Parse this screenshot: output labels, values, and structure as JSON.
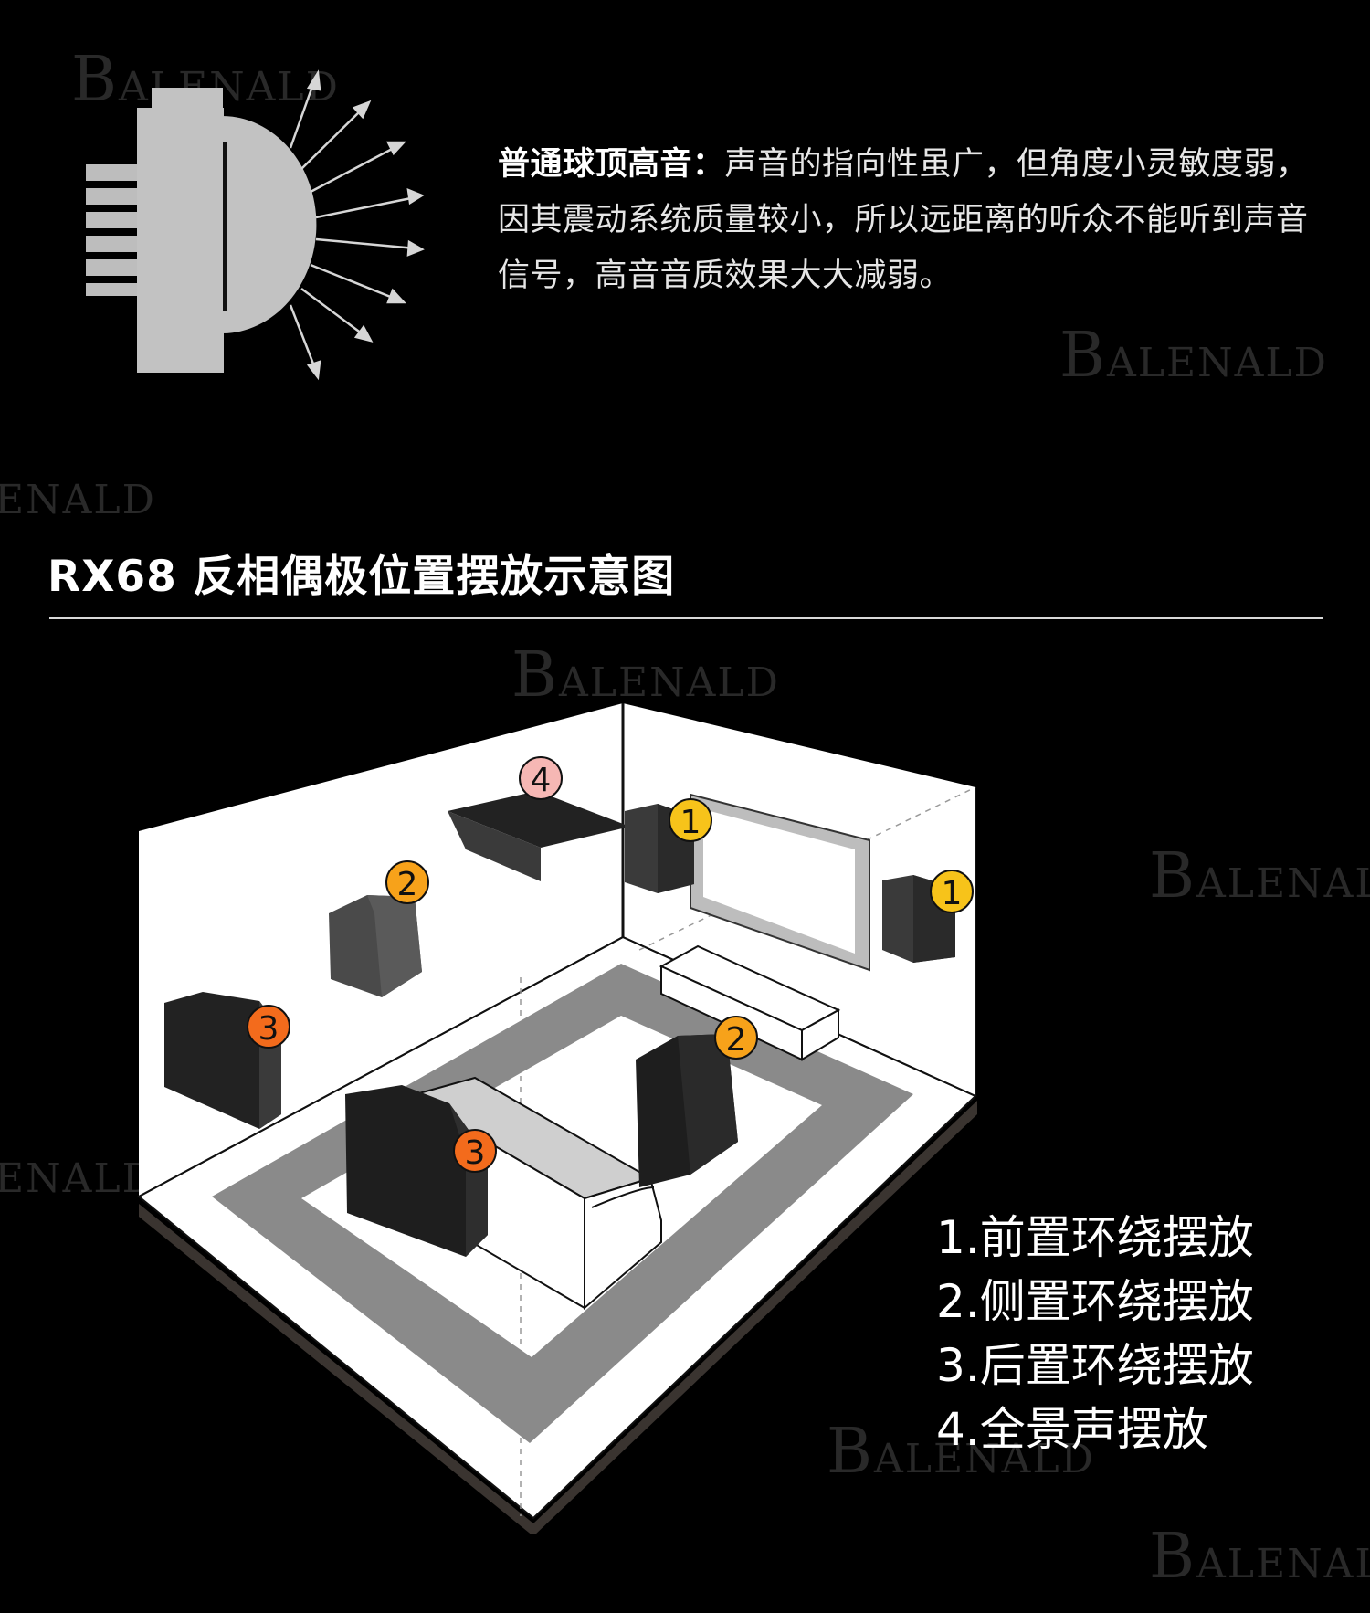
{
  "intro": {
    "lead": "普通球顶高音：",
    "body": "声音的指向性虽广，但角度小灵敏度弱，因其震动系统质量较小，所以远距离的听众不能听到声音信号，高音音质效果大大减弱。"
  },
  "section_title": "RX68 反相偶极位置摆放示意图",
  "legend": [
    "1.前置环绕摆放",
    "2.侧置环绕摆放",
    "3.后置环绕摆放",
    "4.全景声摆放"
  ],
  "markers": {
    "m1a": "1",
    "m1b": "1",
    "m2a": "2",
    "m2b": "2",
    "m3a": "3",
    "m3b": "3",
    "m4": "4"
  },
  "watermark": {
    "text": "ALENALD",
    "initial": "B",
    "tail": "ENALD"
  },
  "colors": {
    "background": "#000000",
    "marker_front": "#f7c31a",
    "marker_side": "#f7a21a",
    "marker_rear": "#f36b1c",
    "marker_atmos": "#f6b7b4",
    "speaker": "#2b2b2b",
    "rug": "#8a8a8a"
  }
}
